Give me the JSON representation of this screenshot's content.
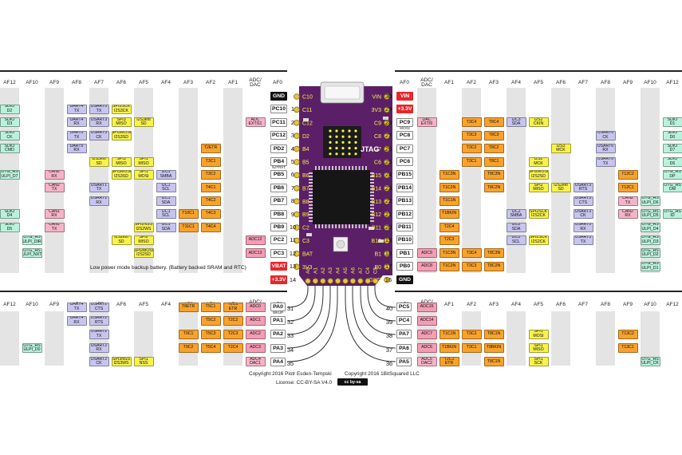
{
  "header_left": [
    "AF12",
    "AF10",
    "AF9",
    "AF8",
    "AF7",
    "AF6",
    "AF5",
    "AF4",
    "AF3",
    "AF2",
    "AF1",
    "ADC/\nDAC",
    "AF0"
  ],
  "header_right": [
    "AF0",
    "ADC/\nDAC",
    "AF1",
    "AF2",
    "AF3",
    "AF4",
    "AF5",
    "AF6",
    "AF7",
    "AF8",
    "AF9",
    "AF10",
    "AF12"
  ],
  "colors": {
    "gray": "#e4e4e4",
    "teal": "#b9f2dc",
    "purple": "#c7c5ee",
    "yellow": "#f7f24c",
    "orange": "#f8a22c",
    "pink": "#f6b3c8",
    "pinkred": "#f49db4",
    "red": "#e8262c",
    "black": "#111111",
    "board": "#5b1f67"
  },
  "left_rows": [
    {
      "pin": "GND",
      "pnum": "",
      "ptype": "black",
      "cells": []
    },
    {
      "pin": "PC10",
      "pnum": "1",
      "ptype": "white",
      "cells": [
        [
          "AF12",
          "SDIO\nD2",
          "teal"
        ],
        [
          "AF8",
          "UART4\nTX",
          "purple"
        ],
        [
          "AF7",
          "USART3\nTX",
          "purple"
        ],
        [
          "AF6",
          "SPI3SCK\nI2S3CK",
          "yellow"
        ]
      ]
    },
    {
      "pin": "PC11",
      "pnum": "2",
      "ptype": "white",
      "cells": [
        [
          "AF12",
          "SDIO\nD3",
          "teal"
        ],
        [
          "AF8",
          "UART4\nRX",
          "purple"
        ],
        [
          "AF7",
          "USART3\nRX",
          "purple"
        ],
        [
          "AF6",
          "SPI3\nMISO",
          "yellow"
        ],
        [
          "AF5",
          "I2S3ext\nSD",
          "yellow"
        ],
        [
          "ADC",
          "ADC\nEXTI11",
          "pink"
        ]
      ]
    },
    {
      "pin": "PC12",
      "pnum": "3",
      "ptype": "white",
      "cells": [
        [
          "AF12",
          "SDIO\nCK",
          "teal"
        ],
        [
          "AF8",
          "UART5\nTX",
          "purple"
        ],
        [
          "AF7",
          "USART3\nCK",
          "purple"
        ],
        [
          "AF6",
          "SPI3MOSI\nI2S3SD",
          "yellow"
        ]
      ]
    },
    {
      "pin": "PD2",
      "pnum": "4",
      "ptype": "white",
      "cells": [
        [
          "AF12",
          "SDIO\nCMD",
          "teal"
        ],
        [
          "AF8",
          "UART5\nRX",
          "purple"
        ],
        [
          "AF2",
          "T2ETR",
          "orange"
        ]
      ]
    },
    {
      "pin": "PB4",
      "pnum": "5",
      "ptype": "white",
      "sub": "NJTRST",
      "cells": [
        [
          "AF7",
          "I2S3ext\nSD",
          "yellow"
        ],
        [
          "AF6",
          "SPI3\nMISO",
          "yellow"
        ],
        [
          "AF5",
          "SPI1\nMISO",
          "yellow"
        ],
        [
          "AF2",
          "T3C1",
          "orange"
        ]
      ]
    },
    {
      "pin": "PB5",
      "pnum": "6",
      "ptype": "white",
      "cells": [
        [
          "AF12",
          "OTG_HS\nULPI_D7",
          "teal"
        ],
        [
          "AF9",
          "CAN2\nRX",
          "pink"
        ],
        [
          "AF6",
          "SPI3MOSI\nI2S3SD",
          "yellow"
        ],
        [
          "AF5",
          "SPI1\nMOSI",
          "yellow"
        ],
        [
          "AF4",
          "I2C1\nSMBA",
          "purple"
        ],
        [
          "AF2",
          "T3C2",
          "orange"
        ]
      ]
    },
    {
      "pin": "PB6",
      "pnum": "7",
      "ptype": "white",
      "cells": [
        [
          "AF9",
          "CAN2\nTX",
          "pink"
        ],
        [
          "AF7",
          "USART1\nTX",
          "purple"
        ],
        [
          "AF4",
          "I2C1\nSCL",
          "purple"
        ],
        [
          "AF2",
          "T4C1",
          "orange"
        ]
      ]
    },
    {
      "pin": "PB7",
      "pnum": "8",
      "ptype": "white",
      "cells": [
        [
          "AF7",
          "USART1\nRX",
          "purple"
        ],
        [
          "AF4",
          "I2C1\nSDA",
          "purple"
        ],
        [
          "AF2",
          "T4C2",
          "orange"
        ]
      ]
    },
    {
      "pin": "PB8",
      "pnum": "9",
      "ptype": "white",
      "cells": [
        [
          "AF12",
          "SDIO\nD4",
          "teal"
        ],
        [
          "AF9",
          "CAN1\nRX",
          "pink"
        ],
        [
          "AF4",
          "I2C1\nSCL",
          "purple"
        ],
        [
          "AF3",
          "T10C1",
          "orange"
        ],
        [
          "AF2",
          "T4C3",
          "orange"
        ]
      ]
    },
    {
      "pin": "PB9",
      "pnum": "10",
      "ptype": "white",
      "cells": [
        [
          "AF12",
          "SDIO\nD5",
          "teal"
        ],
        [
          "AF9",
          "CAN1\nTX",
          "pink"
        ],
        [
          "AF5",
          "SPI2NSS\nI2S2WS",
          "yellow"
        ],
        [
          "AF4",
          "I2C1\nSDA",
          "purple"
        ],
        [
          "AF3",
          "T11C1",
          "orange"
        ],
        [
          "AF2",
          "T4C4",
          "orange"
        ]
      ]
    },
    {
      "pin": "PC2",
      "pnum": "11",
      "ptype": "white",
      "cells": [
        [
          "AF10",
          "OTG_HS\nULPI_DIR",
          "teal"
        ],
        [
          "AF6",
          "I2S2ext\nSD",
          "yellow"
        ],
        [
          "AF5",
          "SPI2\nMISO",
          "yellow"
        ],
        [
          "ADC",
          "ADC12",
          "pinkred"
        ]
      ]
    },
    {
      "pin": "PC3",
      "pnum": "12",
      "ptype": "white",
      "cells": [
        [
          "AF10",
          "OTG_HS\nULPI_NXT",
          "teal"
        ],
        [
          "AF5",
          "SPI2MOSI\nI2S2SD",
          "yellow"
        ],
        [
          "ADC",
          "ADC13",
          "pinkred"
        ]
      ]
    },
    {
      "pin": "VBAT",
      "pnum": "13",
      "ptype": "red",
      "cells": []
    },
    {
      "pin": "+3.3V",
      "pnum": "14",
      "ptype": "red",
      "cells": []
    }
  ],
  "right_rows": [
    {
      "pin": "VIN",
      "pnum": "30",
      "ptype": "red",
      "cells": []
    },
    {
      "pin": "+3.3V",
      "pnum": "29",
      "ptype": "red",
      "cells": []
    },
    {
      "pin": "PC9",
      "pnum": "28",
      "ptype": "white",
      "sub": "MCO2",
      "cells": [
        [
          "ADC",
          "DAC\nEXTI9",
          "pink"
        ],
        [
          "AF2",
          "T3C4",
          "orange"
        ],
        [
          "AF3",
          "T8C4",
          "orange"
        ],
        [
          "AF4",
          "I2C3\nSDA",
          "purple"
        ],
        [
          "AF5",
          "I2S2\nCKIN",
          "yellow"
        ],
        [
          "AF12",
          "SDIO\nD1",
          "teal"
        ]
      ]
    },
    {
      "pin": "PC8",
      "pnum": "27",
      "ptype": "white",
      "cells": [
        [
          "AF2",
          "T3C3",
          "orange"
        ],
        [
          "AF3",
          "T8C3",
          "orange"
        ],
        [
          "AF8",
          "USART6\nCK",
          "purple"
        ],
        [
          "AF12",
          "SDIO\nD0",
          "teal"
        ]
      ]
    },
    {
      "pin": "PC7",
      "pnum": "26",
      "ptype": "white",
      "cells": [
        [
          "AF2",
          "T3C2",
          "orange"
        ],
        [
          "AF3",
          "T8C2",
          "orange"
        ],
        [
          "AF6",
          "I2S3\nMCK",
          "yellow"
        ],
        [
          "AF8",
          "USART6\nRX",
          "purple"
        ],
        [
          "AF12",
          "SDIO\nD7",
          "teal"
        ]
      ]
    },
    {
      "pin": "PC6",
      "pnum": "25",
      "ptype": "white",
      "cells": [
        [
          "AF2",
          "T3C1",
          "orange"
        ],
        [
          "AF3",
          "T8C1",
          "orange"
        ],
        [
          "AF5",
          "I2S2\nMCK",
          "yellow"
        ],
        [
          "AF8",
          "USART6\nTX",
          "purple"
        ],
        [
          "AF12",
          "SDIO\nD6",
          "teal"
        ]
      ]
    },
    {
      "pin": "PB15",
      "pnum": "24",
      "ptype": "white",
      "cells": [
        [
          "AF1",
          "T1C3N",
          "orange"
        ],
        [
          "AF3",
          "T8C3N",
          "orange"
        ],
        [
          "AF5",
          "SPI2MOSI\nI2S2SD",
          "yellow"
        ],
        [
          "AF9",
          "T12C2",
          "orange"
        ],
        [
          "AF12",
          "OTG_HS\nDP",
          "teal"
        ]
      ]
    },
    {
      "pin": "PB14",
      "pnum": "23",
      "ptype": "white",
      "cells": [
        [
          "AF1",
          "T1C2N",
          "orange"
        ],
        [
          "AF3",
          "T8C2N",
          "orange"
        ],
        [
          "AF5",
          "SPI2\nMISO",
          "yellow"
        ],
        [
          "AF6",
          "I2S2ext\nSD",
          "yellow"
        ],
        [
          "AF7",
          "USART3\nRTS",
          "purple"
        ],
        [
          "AF9",
          "T12C1",
          "orange"
        ],
        [
          "AF12",
          "OTG_HS\nDM",
          "teal"
        ]
      ]
    },
    {
      "pin": "PB13",
      "pnum": "22",
      "ptype": "white",
      "cells": [
        [
          "AF1",
          "T1C1N",
          "orange"
        ],
        [
          "AF7",
          "USART3\nCTS",
          "purple"
        ],
        [
          "AF9",
          "CAN2\nTX",
          "pink"
        ],
        [
          "AF10",
          "OTG_HS\nULPI_D6",
          "teal"
        ]
      ]
    },
    {
      "pin": "PB12",
      "pnum": "21",
      "ptype": "white",
      "cells": [
        [
          "AF1",
          "T1BKIN",
          "orange"
        ],
        [
          "AF4",
          "I2C2\nSMBA",
          "purple"
        ],
        [
          "AF5",
          "SPI2SCK\nI2S2CK",
          "yellow"
        ],
        [
          "AF7",
          "USART3\nCK",
          "purple"
        ],
        [
          "AF9",
          "CAN2\nRX",
          "pink"
        ],
        [
          "AF10",
          "OTG_HS\nULPI_D5",
          "teal"
        ],
        [
          "AF12",
          "OTG_HS\nID",
          "teal"
        ]
      ]
    },
    {
      "pin": "PB11",
      "pnum": "20",
      "ptype": "white",
      "cells": [
        [
          "AF1",
          "T2C4",
          "orange"
        ],
        [
          "AF4",
          "I2C2\nSDA",
          "purple"
        ],
        [
          "AF7",
          "USART3\nRX",
          "purple"
        ],
        [
          "AF10",
          "OTG_HS\nULPI_D4",
          "teal"
        ]
      ]
    },
    {
      "pin": "PB10",
      "pnum": "19",
      "ptype": "white",
      "cells": [
        [
          "AF1",
          "T2C3",
          "orange"
        ],
        [
          "AF4",
          "I2C2\nSCL",
          "purple"
        ],
        [
          "AF5",
          "SPI2SCK\nI2S2CK",
          "yellow"
        ],
        [
          "AF7",
          "USART3\nTX",
          "purple"
        ],
        [
          "AF10",
          "OTG_HS\nULPI_D3",
          "teal"
        ]
      ]
    },
    {
      "pin": "PB1",
      "pnum": "18",
      "ptype": "white",
      "cells": [
        [
          "ADC",
          "ADC9",
          "pinkred"
        ],
        [
          "AF1",
          "T1C3N",
          "orange"
        ],
        [
          "AF2",
          "T3C4",
          "orange"
        ],
        [
          "AF3",
          "T8C3N",
          "orange"
        ],
        [
          "AF10",
          "OTG_HS\nULPI_D2",
          "teal"
        ]
      ]
    },
    {
      "pin": "PB0",
      "pnum": "17",
      "ptype": "white",
      "cells": [
        [
          "ADC",
          "ADC8",
          "pinkred"
        ],
        [
          "AF1",
          "T1C2N",
          "orange"
        ],
        [
          "AF2",
          "T3C3",
          "orange"
        ],
        [
          "AF3",
          "T8C2N",
          "orange"
        ],
        [
          "AF10",
          "OTG_HS\nULPI_D1",
          "teal"
        ]
      ]
    },
    {
      "pin": "GND",
      "pnum": "16",
      "ptype": "black",
      "cells": []
    }
  ],
  "bottom_left_rows": [
    {
      "pin": "PA0",
      "pnum": "31",
      "ptype": "white",
      "sub": "WKUP",
      "cells": [
        [
          "AF8",
          "UART4\nTX",
          "purple"
        ],
        [
          "AF7",
          "USART2\nCTS",
          "purple"
        ],
        [
          "AF3",
          "T8ETR",
          "orange"
        ],
        [
          "AF2",
          "T5C1",
          "orange"
        ],
        [
          "AF1",
          "T2C1\nETR",
          "orange"
        ],
        [
          "ADC",
          "ADC0",
          "pinkred"
        ]
      ]
    },
    {
      "pin": "PA1",
      "pnum": "32",
      "ptype": "white",
      "cells": [
        [
          "AF8",
          "UART4\nRX",
          "purple"
        ],
        [
          "AF7",
          "USART2\nRTS",
          "purple"
        ],
        [
          "AF2",
          "T5C2",
          "orange"
        ],
        [
          "AF1",
          "T2C2",
          "orange"
        ],
        [
          "ADC",
          "ADC1",
          "pinkred"
        ]
      ]
    },
    {
      "pin": "PA2",
      "pnum": "33",
      "ptype": "white",
      "cells": [
        [
          "AF7",
          "USART2\nTX",
          "purple"
        ],
        [
          "AF3",
          "T9C1",
          "orange"
        ],
        [
          "AF2",
          "T5C3",
          "orange"
        ],
        [
          "AF1",
          "T2C3",
          "orange"
        ],
        [
          "ADC",
          "ADC2",
          "pinkred"
        ]
      ]
    },
    {
      "pin": "PA3",
      "pnum": "34",
      "ptype": "white",
      "cells": [
        [
          "AF10",
          "OTG_HS\nULPI_D0",
          "teal"
        ],
        [
          "AF7",
          "USART2\nRX",
          "purple"
        ],
        [
          "AF3",
          "T9C2",
          "orange"
        ],
        [
          "AF2",
          "T5C4",
          "orange"
        ],
        [
          "AF1",
          "T2C4",
          "orange"
        ],
        [
          "ADC",
          "ADC3",
          "pinkred"
        ]
      ]
    },
    {
      "pin": "PA4",
      "pnum": "35",
      "ptype": "white",
      "cells": [
        [
          "AF7",
          "USART2\nCK",
          "purple"
        ],
        [
          "AF6",
          "SPI3NSS\nI2S3WS",
          "yellow"
        ],
        [
          "AF5",
          "SPI1\nNSS",
          "yellow"
        ],
        [
          "ADC",
          "ADC4\nDAC1",
          "pink"
        ]
      ]
    }
  ],
  "bottom_right_rows": [
    {
      "pin": "PC5",
      "pnum": "40",
      "ptype": "white",
      "cells": [
        [
          "ADC",
          "ADC15",
          "pinkred"
        ]
      ]
    },
    {
      "pin": "PC4",
      "pnum": "39",
      "ptype": "white",
      "cells": [
        [
          "ADC",
          "ADC14",
          "pinkred"
        ]
      ]
    },
    {
      "pin": "PA7",
      "pnum": "38",
      "ptype": "white",
      "cells": [
        [
          "ADC",
          "ADC7",
          "pinkred"
        ],
        [
          "AF1",
          "T1C1N",
          "orange"
        ],
        [
          "AF2",
          "T3C2",
          "orange"
        ],
        [
          "AF3",
          "T8C1N",
          "orange"
        ],
        [
          "AF5",
          "SPI1\nMOSI",
          "yellow"
        ],
        [
          "AF9",
          "T13C2",
          "orange"
        ]
      ]
    },
    {
      "pin": "PA6",
      "pnum": "37",
      "ptype": "white",
      "cells": [
        [
          "ADC",
          "ADC6",
          "pinkred"
        ],
        [
          "AF1",
          "T1BKIN",
          "orange"
        ],
        [
          "AF2",
          "T3C1",
          "orange"
        ],
        [
          "AF3",
          "T8BKIN",
          "orange"
        ],
        [
          "AF5",
          "SPI1\nMISO",
          "yellow"
        ],
        [
          "AF9",
          "T13C1",
          "orange"
        ]
      ]
    },
    {
      "pin": "PA5",
      "pnum": "36",
      "ptype": "white",
      "cells": [
        [
          "ADC",
          "ADC5\nDAC2",
          "pink"
        ],
        [
          "AF1",
          "T2C1\nETR",
          "orange"
        ],
        [
          "AF3",
          "T8C1N",
          "orange"
        ],
        [
          "AF5",
          "SPI1\nSCK",
          "yellow"
        ],
        [
          "AF10",
          "OTG_HS\nULPI_CK",
          "teal"
        ]
      ]
    }
  ],
  "board": {
    "jtag_label": "JTAG",
    "left_pins": [
      "C10",
      "C11",
      "C12",
      "D2",
      "B4",
      "B5",
      "B6",
      "B7",
      "B8",
      "B9",
      "C2",
      "C3",
      "BAT",
      "3V3"
    ],
    "right_pins": [
      "VIN",
      "3V3",
      "C9",
      "C8",
      "C7",
      "C6",
      "B15",
      "B14",
      "B13",
      "B12",
      "B11",
      "B10",
      "B1",
      "B0",
      "GND"
    ],
    "bottom_pins": [
      "A0",
      "A1",
      "A2",
      "A3",
      "A4",
      "A5",
      "A6",
      "A7",
      "C4",
      "C5"
    ]
  },
  "note": "Low power mode backup battery. (Battery backed SRAM and RTC)",
  "footer": {
    "copyright1": "Copyright 2016 Piotr Esden-Tempski",
    "copyright2": "Copyright 2016 1BitSquared LLC",
    "license": "License: CC-BY-SA V4.0",
    "cc_badge": "cc by-sa"
  }
}
